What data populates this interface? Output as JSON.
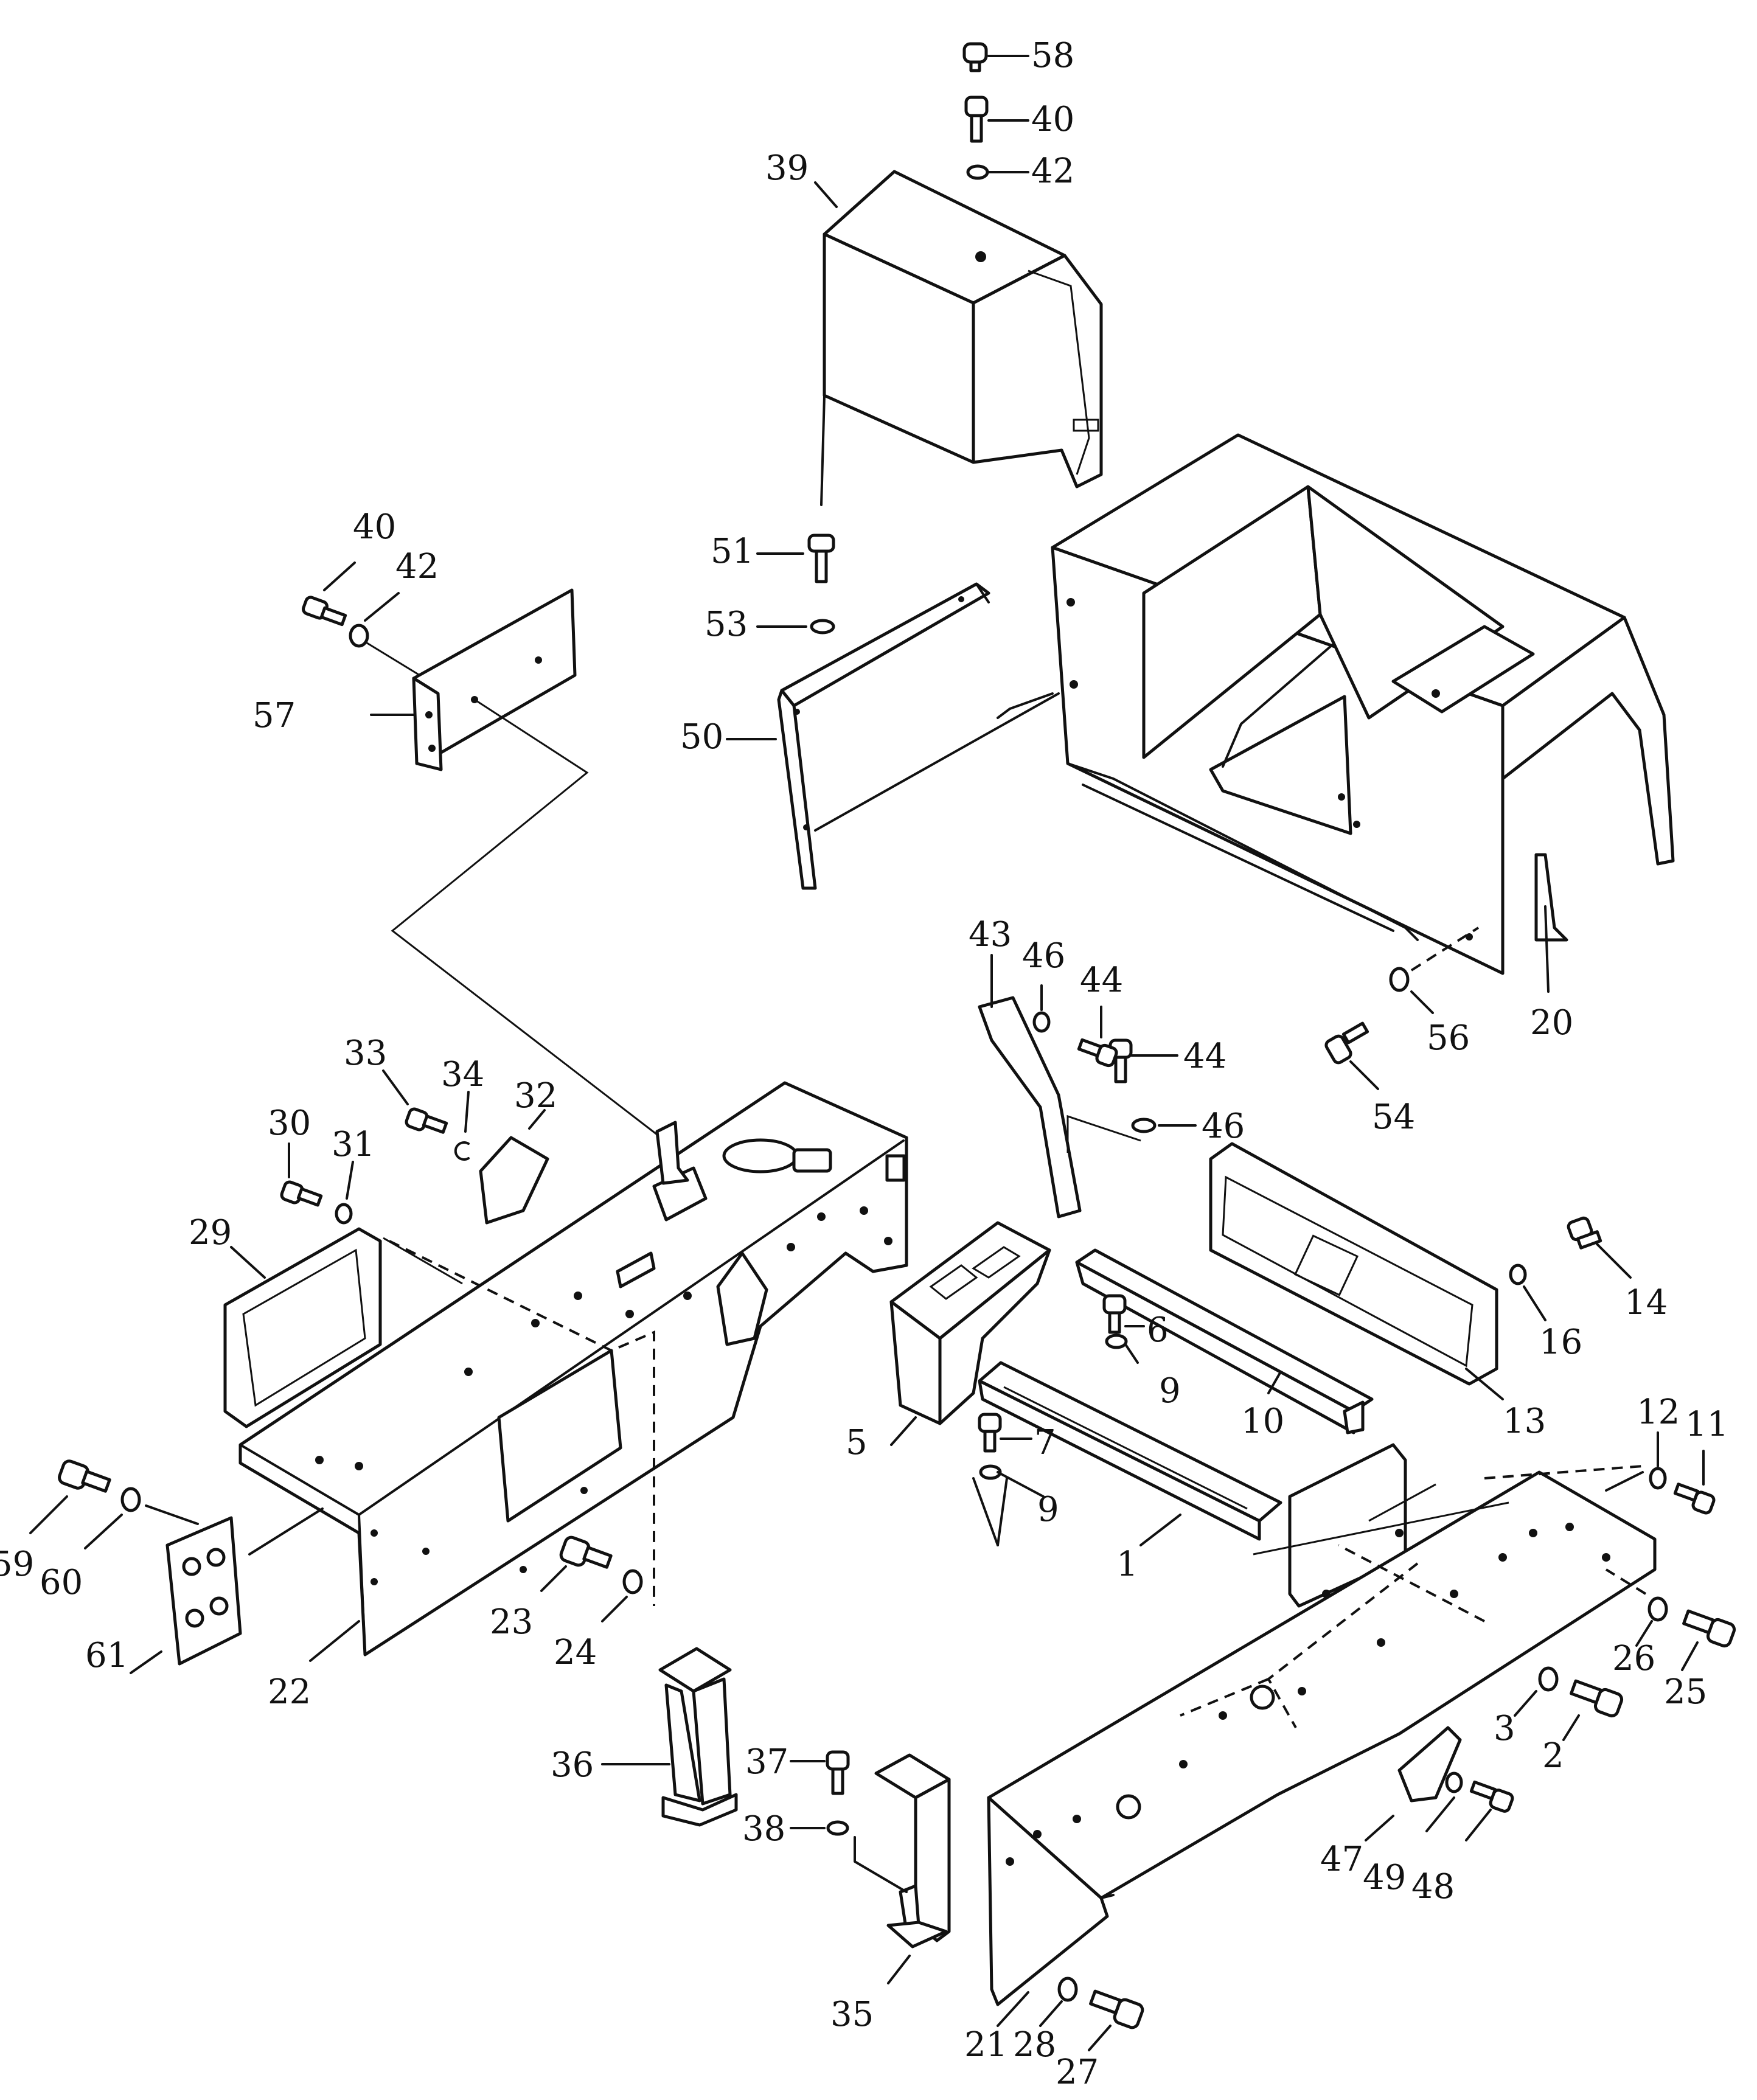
{
  "labels": {
    "l58": "58",
    "l40a": "40",
    "l42a": "42",
    "l39": "39",
    "l51": "51",
    "l53": "53",
    "l50": "50",
    "l40b": "40",
    "l42b": "42",
    "l57": "57",
    "l43": "43",
    "l46a": "46",
    "l44a": "44",
    "l44b": "44",
    "l46b": "46",
    "l20": "20",
    "l56": "56",
    "l54": "54",
    "l33": "33",
    "l34": "34",
    "l32": "32",
    "l30": "30",
    "l31": "31",
    "l29": "29",
    "l59": "59",
    "l60": "60",
    "l61": "61",
    "l22": "22",
    "l23": "23",
    "l24": "24",
    "l5": "5",
    "l6": "6",
    "l9a": "9",
    "l7": "7",
    "l9b": "9",
    "l1": "1",
    "l10": "10",
    "l13": "13",
    "l16": "16",
    "l14": "14",
    "l12": "12",
    "l11": "11",
    "l26": "26",
    "l25": "25",
    "l3": "3",
    "l2": "2",
    "l47": "47",
    "l49": "49",
    "l48": "48",
    "l36": "36",
    "l37": "37",
    "l38": "38",
    "l35": "35",
    "l21": "21",
    "l28": "28",
    "l27": "27"
  }
}
